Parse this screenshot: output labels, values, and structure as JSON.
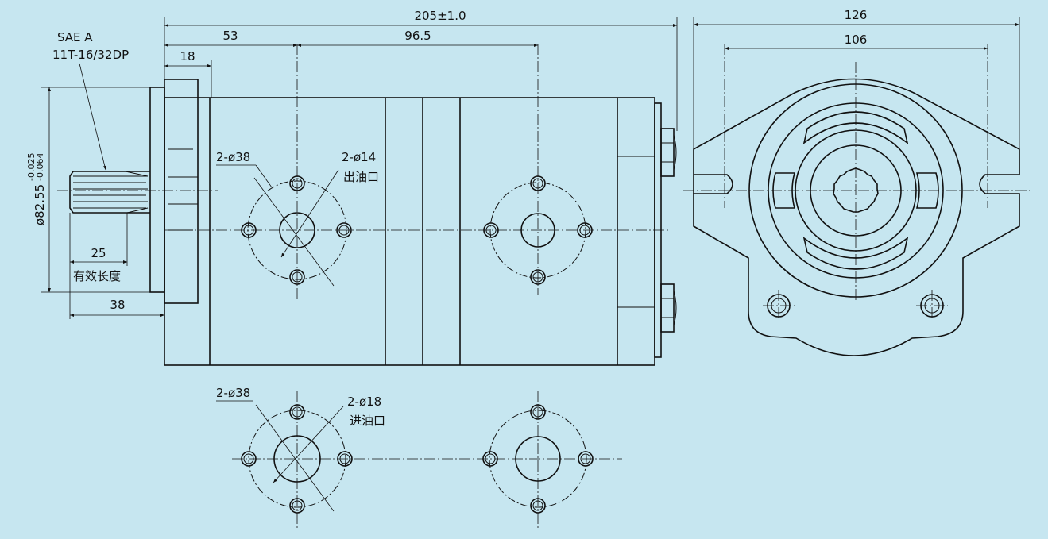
{
  "title": "Gear pump outline drawing",
  "colors": {
    "background": "#c6e6f0",
    "line": "#111111"
  },
  "spline": {
    "standard": "SAE A",
    "spec": "11T-16/32DP"
  },
  "dimensions": {
    "overall_length": "205±1.0",
    "to_rear_port": "53",
    "port_spacing": "96.5",
    "flange_thickness": "18",
    "pilot_diameter": "ø82.55",
    "pilot_tol_upper": "-0.025",
    "pilot_tol_lower": "-0.064",
    "shaft_effective": "25",
    "shaft_length": "38",
    "mount_outer": "126",
    "mount_bolt": "106"
  },
  "labels": {
    "effective_length": "有效长度",
    "outlet_holes": "2-ø38",
    "outlet_dia": "2-ø14",
    "outlet_name": "出油口",
    "inlet_holes": "2-ø38",
    "inlet_dia": "2-ø18",
    "inlet_name": "进油口"
  }
}
